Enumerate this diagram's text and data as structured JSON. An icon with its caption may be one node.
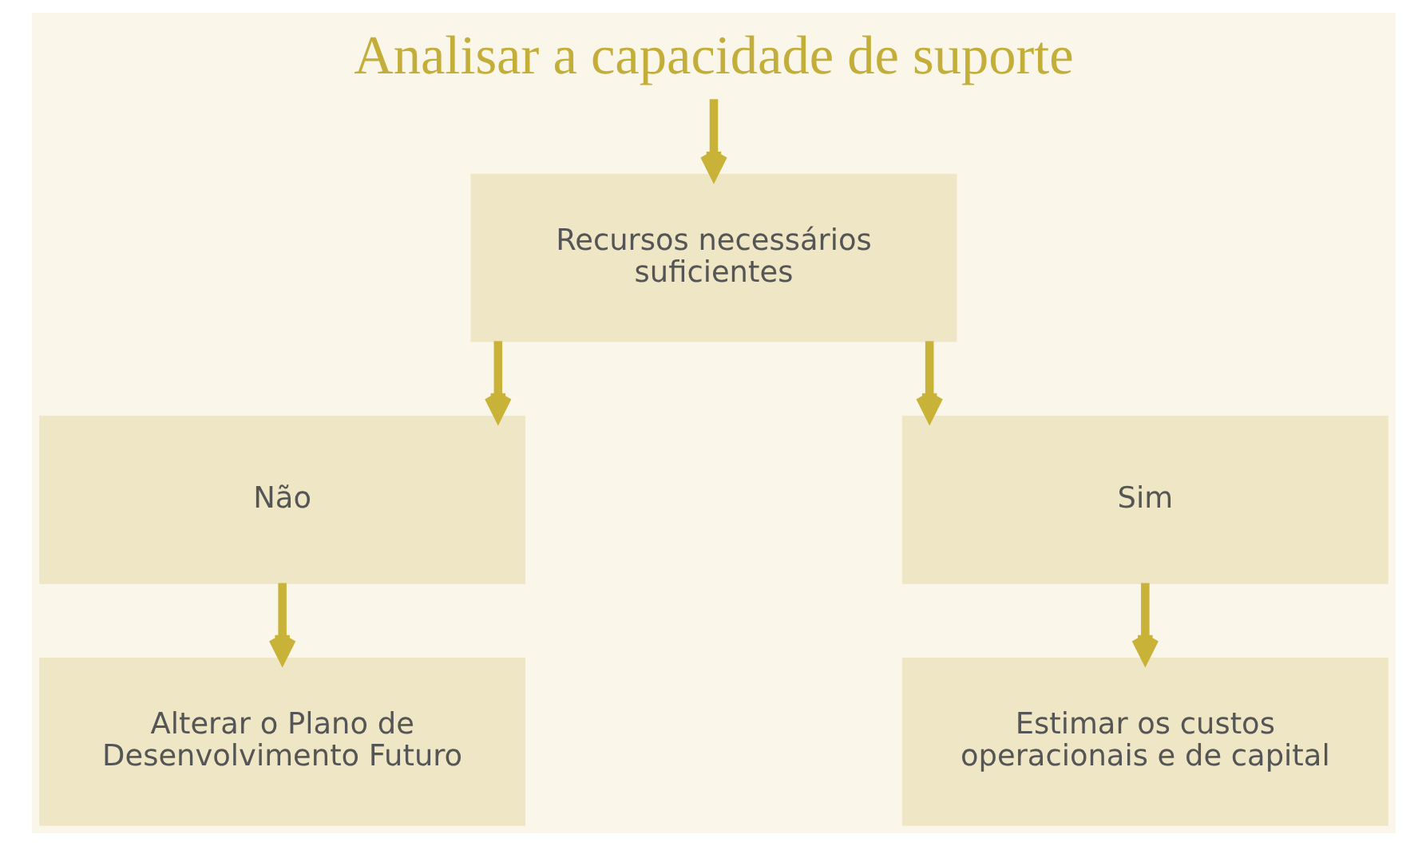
{
  "diagram": {
    "nodes": [
      {
        "text": [
          "Analisar a capacidade de suporte"
        ]
      },
      {
        "text": [
          "Recursos necessários suficientes"
        ]
      },
      {
        "text": [
          "Não"
        ]
      },
      {
        "text": [
          "Sim"
        ]
      },
      {
        "text": [
          "Alterar o Plano de Desenvolvimento Futuro"
        ]
      },
      {
        "text": [
          "Estimar os custos operacionais e de capital"
        ]
      }
    ],
    "edges": [
      {
        "from": 0,
        "to": 1,
        "arrow": "to"
      },
      {
        "from": 1,
        "to": 2,
        "arrow": "to"
      },
      {
        "from": 1,
        "to": 3,
        "arrow": "to"
      },
      {
        "from": 2,
        "to": 4,
        "arrow": "to"
      },
      {
        "from": 3,
        "to": 5,
        "arrow": "to"
      }
    ]
  }
}
